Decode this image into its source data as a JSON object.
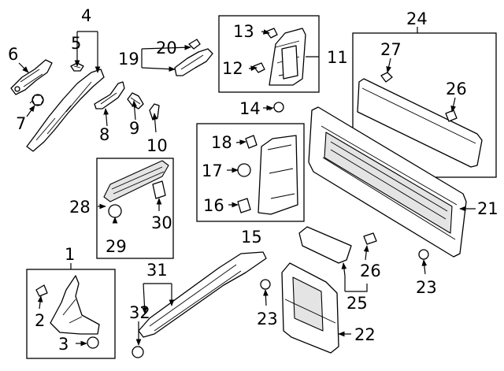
{
  "callouts": [
    "1",
    "2",
    "3",
    "4",
    "5",
    "6",
    "7",
    "8",
    "9",
    "10",
    "11",
    "12",
    "13",
    "14",
    "15",
    "16",
    "17",
    "18",
    "19",
    "20",
    "21",
    "22",
    "23",
    "23",
    "24",
    "25",
    "26",
    "26",
    "27",
    "28",
    "29",
    "30",
    "31",
    "32"
  ]
}
